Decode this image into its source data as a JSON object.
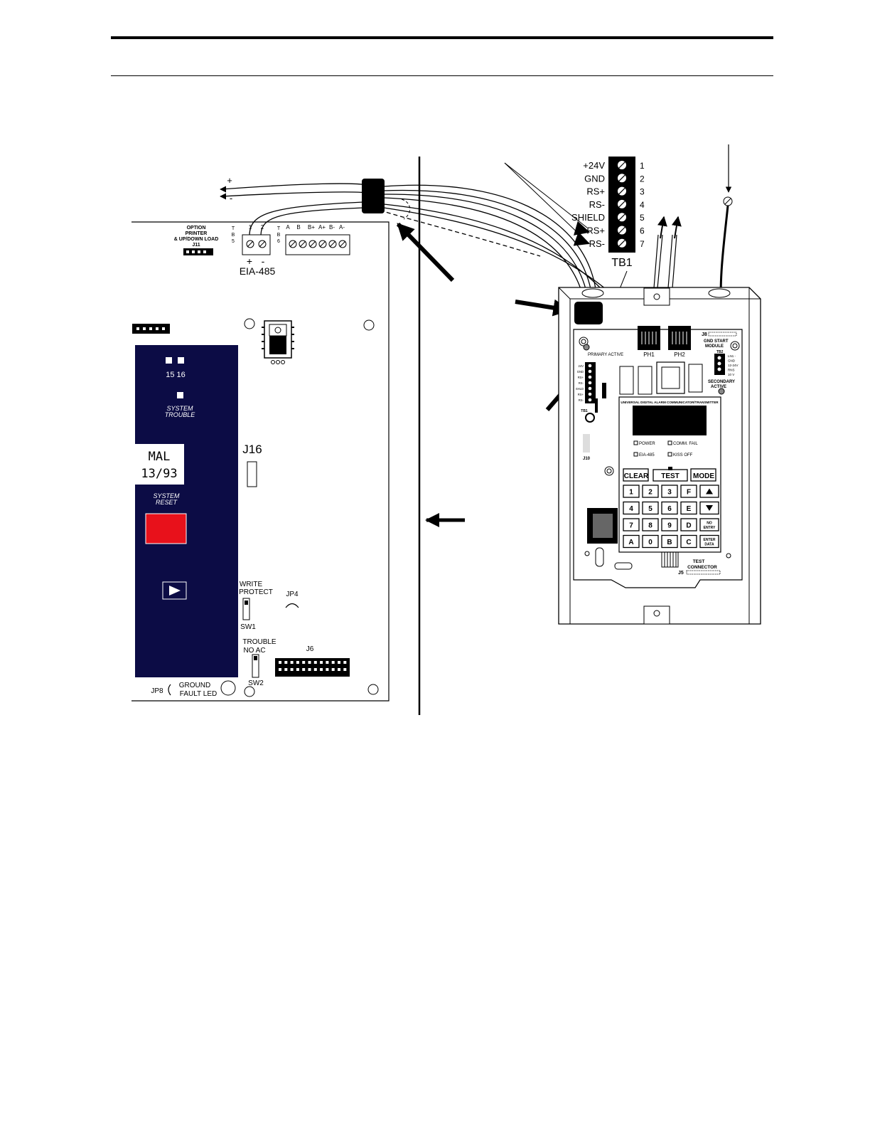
{
  "colors": {
    "panel": "#0c0c45",
    "reset_button": "#e8111b",
    "ink": "#000000",
    "paper": "#ffffff"
  },
  "fire_panel": {
    "option_header": [
      "OPTION",
      "PRINTER",
      "& UP/DOWN LOAD",
      "J11"
    ],
    "tb5_label": [
      "T",
      "B",
      "5"
    ],
    "tb6_label": [
      "T",
      "B",
      "6"
    ],
    "tb5_terminals": [
      "1",
      "2"
    ],
    "tb6_terminals": [
      "A",
      "B",
      "B+",
      "A+",
      "B-",
      "A-"
    ],
    "polarity": [
      "+",
      "-"
    ],
    "eia485": "EIA-485",
    "led_numbers": "15 16",
    "system_trouble": [
      "SYSTEM",
      "TROUBLE"
    ],
    "label_line1": "MAL",
    "label_line2": "13/93",
    "system_reset": [
      "SYSTEM",
      "RESET"
    ],
    "j16": "J16",
    "write_protect": [
      "WRITE",
      "PROTECT"
    ],
    "sw1": "SW1",
    "jp4": "JP4",
    "trouble_no_ac": [
      "TROUBLE",
      "NO AC"
    ],
    "sw2": "SW2",
    "j6": "J6",
    "jp8": "JP8",
    "ground_fault": [
      "GROUND",
      "FAULT LED"
    ]
  },
  "wires": {
    "plus": "+",
    "minus": "-"
  },
  "tb1": {
    "signals": [
      "+24V",
      "GND",
      "RS+",
      "RS-",
      "SHIELD",
      "RS+",
      "RS-"
    ],
    "numbers": [
      "1",
      "2",
      "3",
      "4",
      "5",
      "6",
      "7"
    ],
    "name": "TB1"
  },
  "udact": {
    "j8": "J8",
    "gnd_start": [
      "GND START",
      "MODULE"
    ],
    "primary_active": "PRIMARY ACTIVE",
    "ph1": "PH1",
    "ph2": "PH2",
    "tb2": "TB2",
    "tb2_pins": [
      "LN1 -",
      "GND",
      "12-24V",
      "RNS",
      "10 V"
    ],
    "secondary_active": [
      "SECONDARY",
      "ACTIVE"
    ],
    "tb1_small": "TB1",
    "tb1_small_pins": [
      "24V",
      "GND",
      "RS+",
      "RS-",
      "SHLD",
      "RS+",
      "RS-"
    ],
    "j10": "J10",
    "title": "UNIVERSAL DIGITAL ALARM COMMUNICATOR/TRANSMITTER",
    "leds": [
      "POWER",
      "COMM. FAIL",
      "EIA-485",
      "KISS OFF"
    ],
    "keys_top": [
      "CLEAR",
      "TEST",
      "MODE"
    ],
    "keys": [
      [
        "1",
        "2",
        "3",
        "F",
        "▲"
      ],
      [
        "4",
        "5",
        "6",
        "E",
        "▼"
      ],
      [
        "7",
        "8",
        "9",
        "D",
        "NO ENTRY"
      ],
      [
        "A",
        "0",
        "B",
        "C",
        "ENTER DATA"
      ]
    ],
    "test_connector": [
      "TEST",
      "CONNECTOR"
    ],
    "j5": "J5"
  }
}
